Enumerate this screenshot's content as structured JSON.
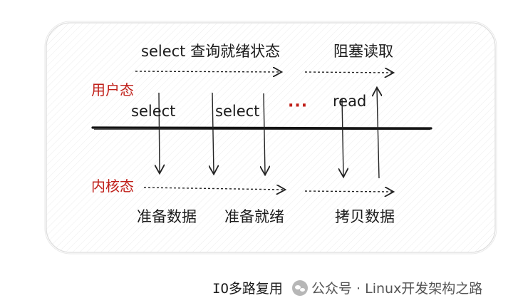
{
  "labels": {
    "user_mode": "用户态",
    "kernel_mode": "内核态",
    "select_query": "select 查询就绪状态",
    "block_read": "阻塞读取",
    "select_1": "select",
    "select_2": "select",
    "ellipsis": "···",
    "read": "read",
    "prepare_data": "准备数据",
    "prepare_ready": "准备就绪",
    "copy_data": "拷贝数据"
  },
  "caption": "IO多路复用",
  "watermark": {
    "icon": "wechat-official-account-icon",
    "text": "公众号 · Linux开发架构之路"
  },
  "colors": {
    "accent_red": "#c0201a",
    "ink": "#1a1a1a",
    "panel_border": "#dddddd"
  }
}
